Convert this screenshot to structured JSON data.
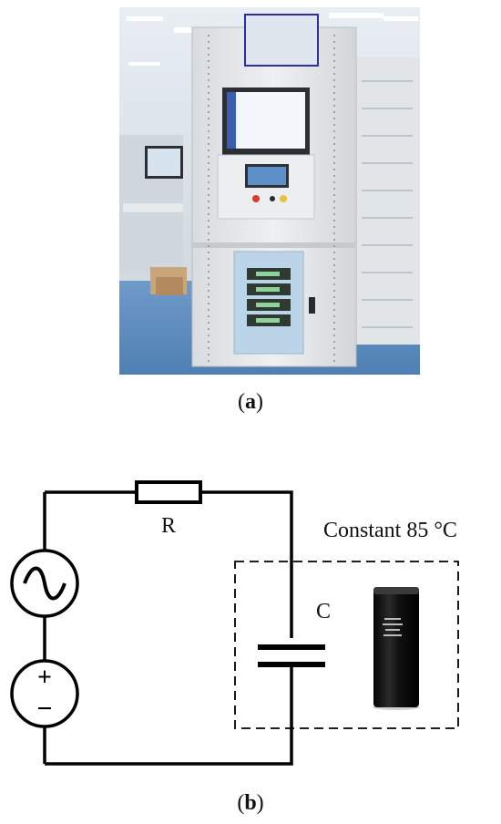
{
  "figure": {
    "panel_a": {
      "caption_open": "(",
      "caption_letter": "a",
      "caption_close": ")"
    },
    "panel_b": {
      "caption_open": "(",
      "caption_letter": "b",
      "caption_close": ")"
    },
    "circuit": {
      "resistor_label": "R",
      "capacitor_label": "C",
      "chamber_label": "Constant 85 °C",
      "dc_plus": "+",
      "dc_minus": "−"
    }
  }
}
